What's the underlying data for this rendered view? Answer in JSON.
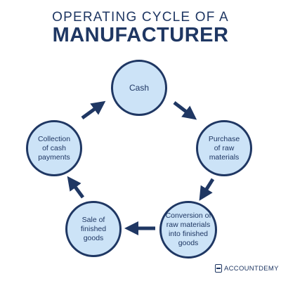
{
  "title": {
    "line1": "OPERATING CYCLE OF A",
    "line2": "MANUFACTURER"
  },
  "nodes": [
    {
      "id": "cash",
      "label": "Cash"
    },
    {
      "id": "purchase",
      "label": "Purchase\nof raw\nmaterials"
    },
    {
      "id": "conversion",
      "label": "Conversion of\nraw materials\ninto finished\ngoods"
    },
    {
      "id": "sale",
      "label": "Sale of\nfinished\ngoods"
    },
    {
      "id": "collection",
      "label": "Collection\nof cash\npayments"
    }
  ],
  "brand": {
    "name": "ACCOUNTDEMY",
    "icon": "accountdemy-logo-icon"
  },
  "colors": {
    "primary": "#1f3763",
    "node_fill": "#cce3f7",
    "background": "#ffffff"
  }
}
